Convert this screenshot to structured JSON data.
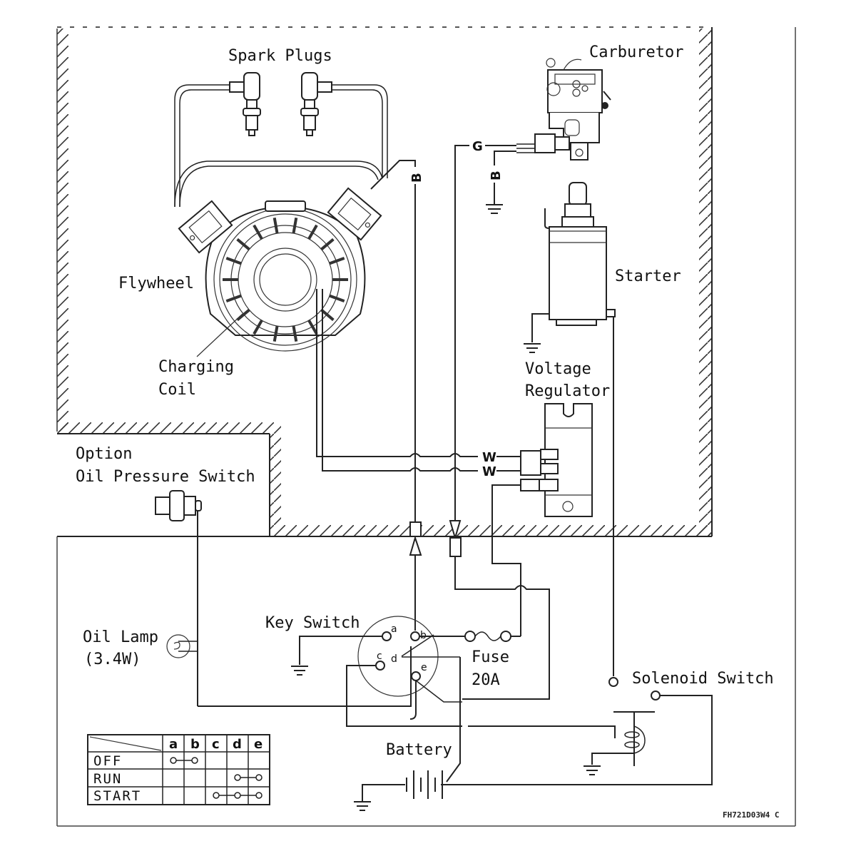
{
  "title": "Engine wiring diagram",
  "components": {
    "spark_plugs": "Spark Plugs",
    "carburetor": "Carburetor",
    "flywheel": "Flywheel",
    "charging_coil_line1": "Charging",
    "charging_coil_line2": "Coil",
    "starter": "Starter",
    "voltage_regulator_line1": "Voltage",
    "voltage_regulator_line2": "Regulator",
    "option": "Option",
    "oil_pressure_switch": "Oil Pressure Switch",
    "oil_lamp": "Oil Lamp",
    "oil_lamp_rating": "(3.4W)",
    "key_switch": "Key Switch",
    "fuse": "Fuse",
    "fuse_rating": "20A",
    "solenoid_switch": "Solenoid Switch",
    "battery": "Battery"
  },
  "wire_colors": {
    "ignition_black": "B",
    "fuel_cut_green": "G",
    "carb_ground_black": "B",
    "regulator_white_1": "W",
    "regulator_white_2": "W"
  },
  "key_switch_terminals": [
    "a",
    "b",
    "c",
    "d",
    "e"
  ],
  "switch_table": {
    "columns": [
      "a",
      "b",
      "c",
      "d",
      "e"
    ],
    "rows": [
      {
        "position": "OFF",
        "connected": [
          "a",
          "b"
        ]
      },
      {
        "position": "RUN",
        "connected": [
          "d",
          "e"
        ]
      },
      {
        "position": "START",
        "connected": [
          "c",
          "d",
          "e"
        ]
      }
    ]
  },
  "drawing_code": "FH721D03W4 C"
}
